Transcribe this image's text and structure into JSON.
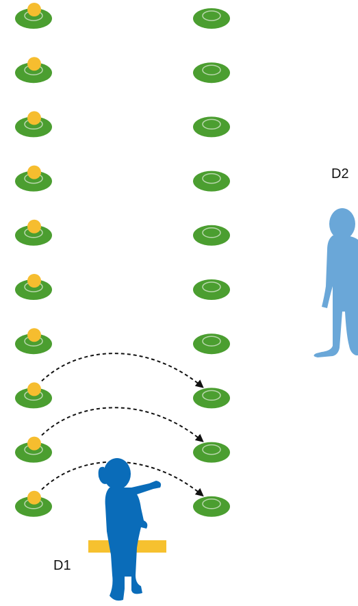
{
  "labels": {
    "child_one": "D1",
    "child_two": "D2"
  },
  "colors": {
    "cone_green": "#4b9e30",
    "cone_rim": "#b9d7ad",
    "ball_yellow": "#f6bd2f",
    "mat_yellow": "#f6c12f",
    "child_one_blue": "#0a6cb9",
    "child_two_blue": "#6aa7d8",
    "arrow": "#111111"
  },
  "icons": {
    "left_column": "cone-with-ball-icon",
    "right_column": "empty-cone-icon",
    "child_one": "girl-silhouette-icon",
    "child_two": "boy-silhouette-icon",
    "arrow": "dashed-curved-arrow-icon"
  },
  "scene": {
    "cones_per_column": 10,
    "balls_on_left_cones": 10,
    "balls_on_right_cones": 0,
    "transfer_arrows": 3
  }
}
